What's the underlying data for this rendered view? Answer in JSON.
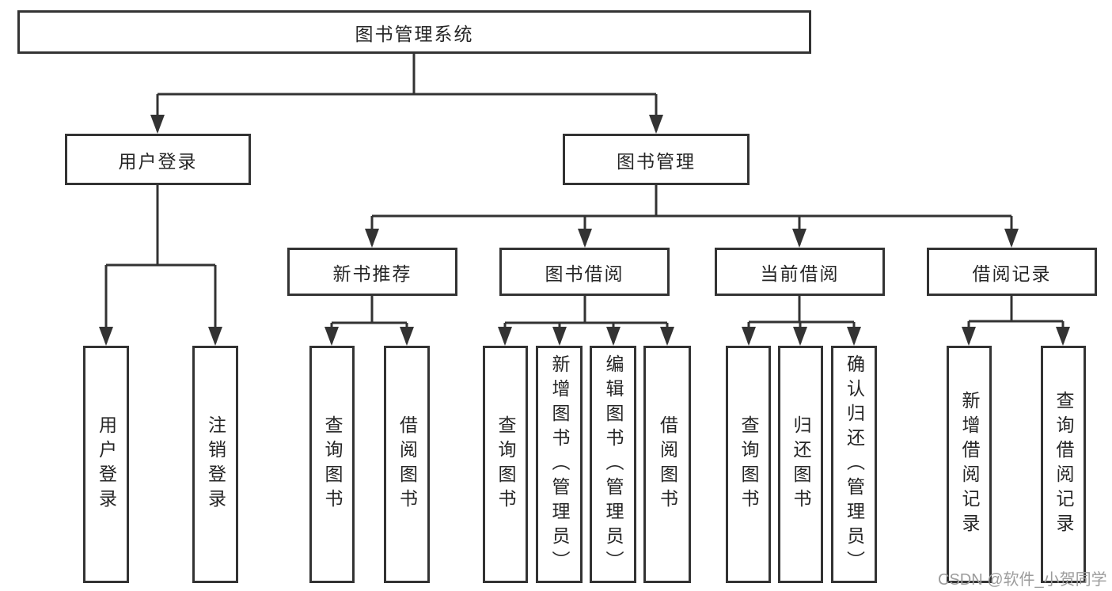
{
  "tree": {
    "label": "图书管理系统",
    "children": [
      {
        "label": "用户登录",
        "children": [
          {
            "label": "用户登录"
          },
          {
            "label": "注销登录"
          }
        ]
      },
      {
        "label": "图书管理",
        "children": [
          {
            "label": "新书推荐",
            "children": [
              {
                "label": "查询图书"
              },
              {
                "label": "借阅图书"
              }
            ]
          },
          {
            "label": "图书借阅",
            "children": [
              {
                "label": "查询图书"
              },
              {
                "label": "新增图书（管理员）"
              },
              {
                "label": "编辑图书（管理员）"
              },
              {
                "label": "借阅图书"
              }
            ]
          },
          {
            "label": "当前借阅",
            "children": [
              {
                "label": "查询图书"
              },
              {
                "label": "归还图书"
              },
              {
                "label": "确认归还（管理员）"
              }
            ]
          },
          {
            "label": "借阅记录",
            "children": [
              {
                "label": "新增借阅记录"
              },
              {
                "label": "查询借阅记录"
              }
            ]
          }
        ]
      }
    ]
  },
  "watermark": {
    "text": "CSDN @软件_小贺同学"
  },
  "colors": {
    "line": "#333333",
    "text": "#262626",
    "box_bg": "#ffffff",
    "watermark": "#9c9c9c",
    "background": "#ffffff"
  }
}
